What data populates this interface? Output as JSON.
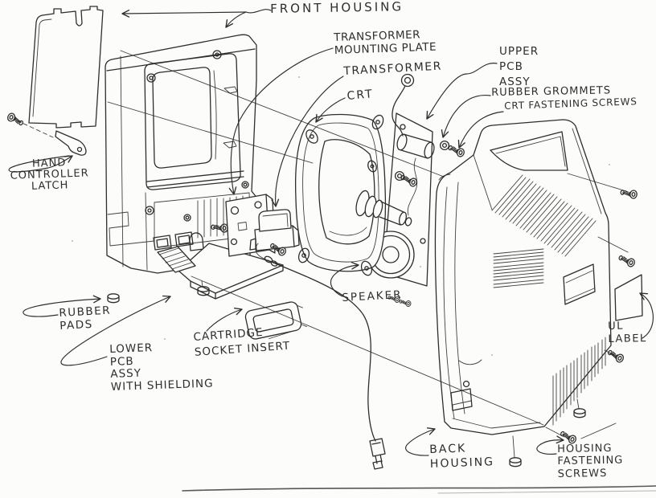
{
  "figure": {
    "type": "exploded-assembly-diagram",
    "style": "hand-drawn pencil sketch, scanned",
    "subject": "CRT game console exploded view"
  },
  "colors": {
    "ink": "#2e2e2e",
    "paper": "#fcfcfa"
  },
  "labels": {
    "front_housing": "FRONT HOUSING",
    "transformer_mounting_plate": "TRANSFORMER\nMOUNTING PLATE",
    "transformer": "TRANSFORMER",
    "crt": "CRT",
    "upper_pcb": "UPPER\nPCB\nASSY",
    "rubber_grommets": "RUBBER GROMMETS",
    "crt_fastening_screws": "CRT FASTENING SCREWS",
    "hand_controller_latch": "HAND\nCONTROLLER\nLATCH",
    "rubber_pads": "RUBBER\nPADS",
    "lower_pcb": "LOWER\nPCB\nASSY\nWITH SHIELDING",
    "cartridge_socket_insert": "CARTRIDGE\nSOCKET INSERT",
    "speaker": "SPEAKER",
    "back_housing": "BACK\nHOUSING",
    "housing_fastening_screws": "HOUSING\nFASTENING\nSCREWS",
    "ul_label": "UL\nLABEL"
  }
}
